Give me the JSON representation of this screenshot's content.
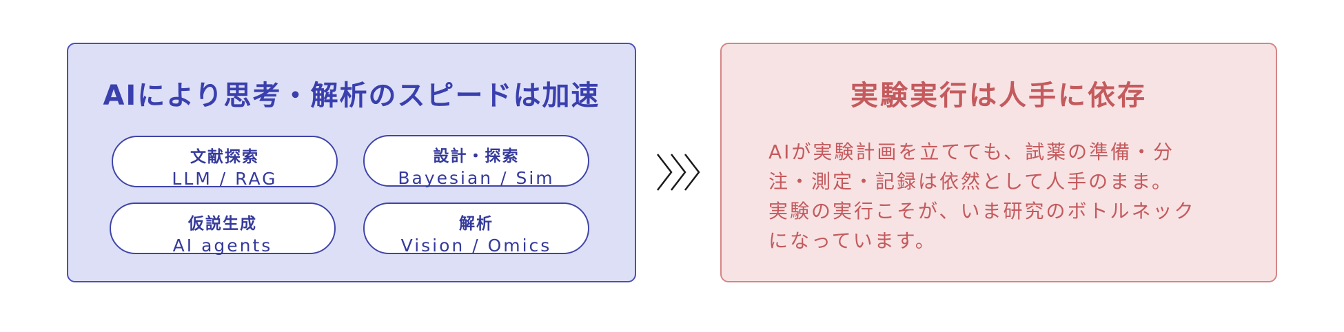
{
  "left_panel": {
    "title": "AIにより思考・解析のスピードは加速",
    "items": [
      {
        "label": "文献探索",
        "sub": "LLM / RAG"
      },
      {
        "label": "設計・探索",
        "sub": "Bayesian / Sim"
      },
      {
        "label": "仮説生成",
        "sub": "AI agents"
      },
      {
        "label": "解析",
        "sub": "Vision / Omics"
      }
    ]
  },
  "connector": {
    "icon": "triple-chevron-right-icon"
  },
  "right_panel": {
    "title": "実験実行は人手に依存",
    "body_lines": [
      "AIが実験計画を立てても、試薬の準備・分",
      "注・測定・記録は依然として人手のまま。",
      "実験の実行こそが、いま研究のボトルネック",
      "になっています。"
    ]
  },
  "colors": {
    "left_fill": "#dddff6",
    "left_border": "#4a4fb8",
    "left_text": "#3a3fae",
    "right_fill": "#f7e3e4",
    "right_border": "#d48585",
    "right_text": "#c45a5d"
  }
}
